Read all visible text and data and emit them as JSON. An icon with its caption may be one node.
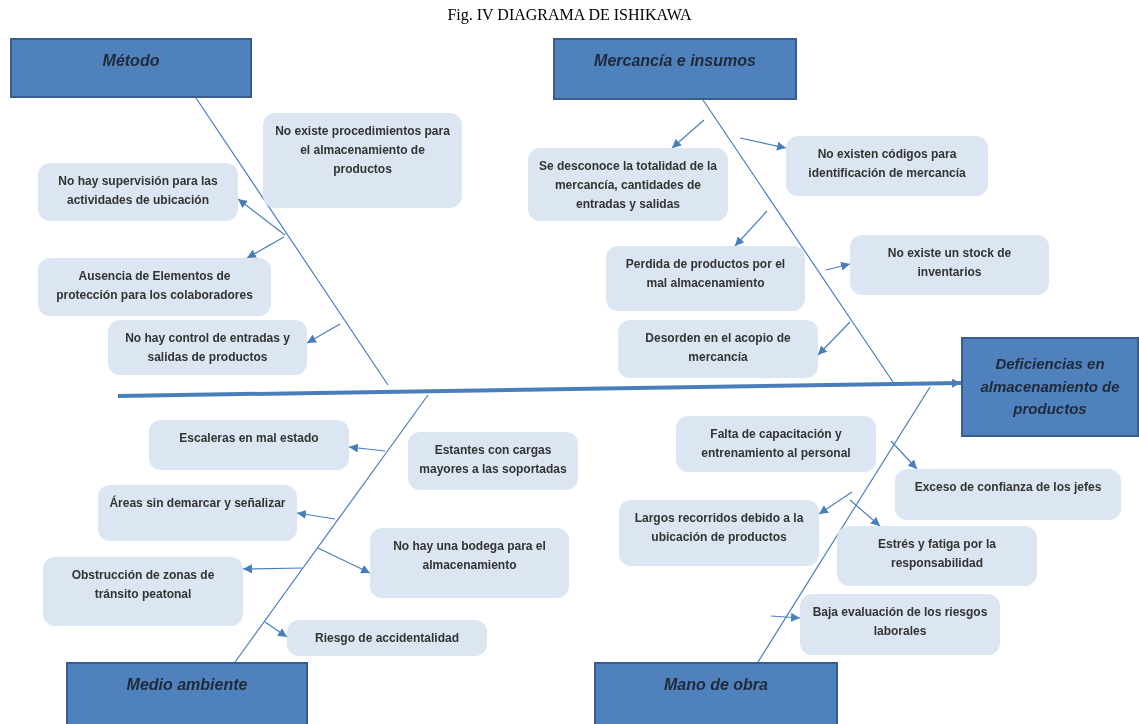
{
  "diagram": {
    "title": "Fig. IV DIAGRAMA DE ISHIKAWA",
    "nodes": [
      {
        "text": [
          "Método"
        ]
      },
      {
        "text": [
          "No existe procedimientos para el almacenamiento de productos"
        ]
      },
      {
        "text": [
          "No hay supervisión para las actividades de ubicación"
        ]
      },
      {
        "text": [
          "Ausencia de Elementos de protección para los colaboradores"
        ]
      },
      {
        "text": [
          "No hay control de entradas y salidas de productos"
        ]
      },
      {
        "text": [
          "Mercancía e insumos"
        ]
      },
      {
        "text": [
          "Se desconoce la totalidad de la mercancía, cantidades de entradas y salidas"
        ]
      },
      {
        "text": [
          "No existen códigos para identificación de mercancía"
        ]
      },
      {
        "text": [
          "Perdida de productos por el mal almacenamiento"
        ]
      },
      {
        "text": [
          "No existe un stock de inventarios"
        ]
      },
      {
        "text": [
          "Desorden en el acopio de mercancía"
        ]
      },
      {
        "text": [
          "Deficiencias en almacenamiento de productos"
        ]
      },
      {
        "text": [
          "Escaleras en mal estado"
        ]
      },
      {
        "text": [
          "Estantes con cargas mayores a las soportadas"
        ]
      },
      {
        "text": [
          "Áreas sin demarcar y señalizar"
        ]
      },
      {
        "text": [
          "No hay una bodega para el almacenamiento"
        ]
      },
      {
        "text": [
          "Obstrucción de zonas de tránsito peatonal"
        ]
      },
      {
        "text": [
          "Riesgo de accidentalidad"
        ]
      },
      {
        "text": [
          "Medio ambiente"
        ]
      },
      {
        "text": [
          "Falta de capacitación y entrenamiento al personal"
        ]
      },
      {
        "text": [
          "Exceso de confianza de los jefes"
        ]
      },
      {
        "text": [
          "Largos recorridos debido a la ubicación de productos"
        ]
      },
      {
        "text": [
          "Estrés y fatiga por la responsabilidad"
        ]
      },
      {
        "text": [
          "Baja evaluación de los riesgos laborales"
        ]
      },
      {
        "text": [
          "Mano de obra"
        ]
      }
    ],
    "edges": [
      {
        "from": null,
        "to": 11,
        "arrow": "to",
        "style": "thick"
      },
      {
        "from": 0,
        "to": null,
        "arrow": "none"
      },
      {
        "from": 5,
        "to": null,
        "arrow": "none"
      },
      {
        "from": 18,
        "to": null,
        "arrow": "none"
      },
      {
        "from": 24,
        "to": null,
        "arrow": "none"
      },
      {
        "from": null,
        "to": 2,
        "arrow": "to"
      },
      {
        "from": null,
        "to": 3,
        "arrow": "to"
      },
      {
        "from": null,
        "to": 4,
        "arrow": "to"
      },
      {
        "from": null,
        "to": 6,
        "arrow": "to"
      },
      {
        "from": null,
        "to": 7,
        "arrow": "to"
      },
      {
        "from": null,
        "to": 8,
        "arrow": "to"
      },
      {
        "from": null,
        "to": 9,
        "arrow": "to"
      },
      {
        "from": null,
        "to": 10,
        "arrow": "to"
      },
      {
        "from": null,
        "to": 12,
        "arrow": "to"
      },
      {
        "from": null,
        "to": 14,
        "arrow": "to"
      },
      {
        "from": null,
        "to": 16,
        "arrow": "to"
      },
      {
        "from": null,
        "to": 15,
        "arrow": "to"
      },
      {
        "from": null,
        "to": 17,
        "arrow": "to"
      },
      {
        "from": null,
        "to": 20,
        "arrow": "to"
      },
      {
        "from": null,
        "to": 21,
        "arrow": "to"
      },
      {
        "from": null,
        "to": 22,
        "arrow": "to"
      },
      {
        "from": null,
        "to": 23,
        "arrow": "to"
      }
    ]
  }
}
